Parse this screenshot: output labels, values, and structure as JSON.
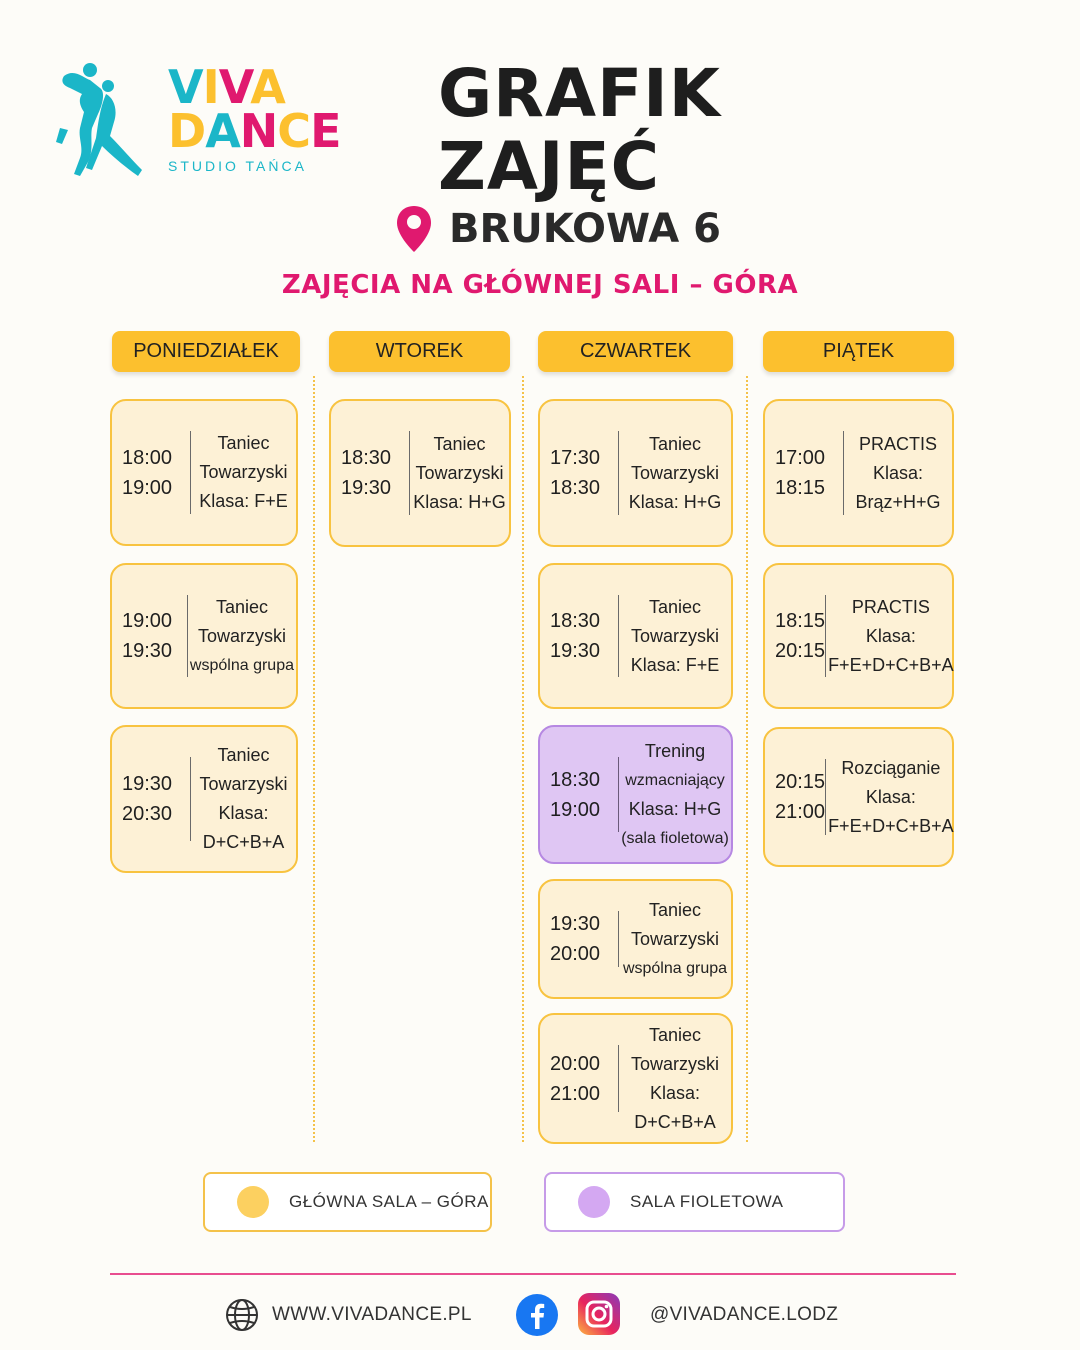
{
  "brand": {
    "logo_viva": "VIVA",
    "logo_dance": "DANCE",
    "logo_sub": "STUDIO TAŃCA"
  },
  "header": {
    "title": "GRAFIK ZAJĘĆ",
    "location": "BRUKOWA 6",
    "subtitle": "ZAJĘCIA NA GŁÓWNEJ SALI – GÓRA"
  },
  "days": [
    {
      "name": "PONIEDZIAŁEK",
      "classes": [
        {
          "start": "18:00",
          "end": "19:00",
          "lines": [
            "Taniec",
            "Towarzyski",
            "Klasa: F+E"
          ],
          "room": "main"
        },
        {
          "start": "19:00",
          "end": "19:30",
          "lines": [
            "Taniec",
            "Towarzyski",
            "wspólna grupa"
          ],
          "room": "main"
        },
        {
          "start": "19:30",
          "end": "20:30",
          "lines": [
            "Taniec",
            "Towarzyski",
            "Klasa:",
            "D+C+B+A"
          ],
          "room": "main"
        }
      ]
    },
    {
      "name": "WTOREK",
      "classes": [
        {
          "start": "18:30",
          "end": "19:30",
          "lines": [
            "Taniec",
            "Towarzyski",
            "Klasa: H+G"
          ],
          "room": "main"
        }
      ]
    },
    {
      "name": "CZWARTEK",
      "classes": [
        {
          "start": "17:30",
          "end": "18:30",
          "lines": [
            "Taniec",
            "Towarzyski",
            "Klasa: H+G"
          ],
          "room": "main"
        },
        {
          "start": "18:30",
          "end": "19:30",
          "lines": [
            "Taniec",
            "Towarzyski",
            "Klasa: F+E"
          ],
          "room": "main"
        },
        {
          "start": "18:30",
          "end": "19:00",
          "lines": [
            "Trening",
            "wzmacniający",
            "Klasa: H+G",
            "(sala fioletowa)"
          ],
          "room": "purple"
        },
        {
          "start": "19:30",
          "end": "20:00",
          "lines": [
            "Taniec",
            "Towarzyski",
            "wspólna grupa"
          ],
          "room": "main"
        },
        {
          "start": "20:00",
          "end": "21:00",
          "lines": [
            "Taniec",
            "Towarzyski",
            "Klasa:",
            "D+C+B+A"
          ],
          "room": "main"
        }
      ]
    },
    {
      "name": "PIĄTEK",
      "classes": [
        {
          "start": "17:00",
          "end": "18:15",
          "lines": [
            "PRACTIS",
            "Klasa:",
            "Brąz+H+G"
          ],
          "room": "main"
        },
        {
          "start": "18:15",
          "end": "20:15",
          "lines": [
            "PRACTIS",
            "Klasa:",
            "F+E+D+C+B+A"
          ],
          "room": "main"
        },
        {
          "start": "20:15",
          "end": "21:00",
          "lines": [
            "Rozciąganie",
            "Klasa:",
            "F+E+D+C+B+A"
          ],
          "room": "main"
        }
      ]
    }
  ],
  "legend": [
    {
      "label": "GŁÓWNA SALA – GÓRA",
      "color": "#fcd060",
      "border": "#f4c24a"
    },
    {
      "label": "SALA FIOLETOWA",
      "color": "#d4a8f2",
      "border": "#c69be8"
    }
  ],
  "footer": {
    "website": "WWW.VIVADANCE.PL",
    "handle": "@VIVADANCE.LODZ"
  },
  "colors": {
    "accent_pink": "#e0196f",
    "header_yellow": "#fcc02e",
    "card_bg": "#fdf1d6",
    "card_border": "#f8c340",
    "purple_bg": "#dfc6f3",
    "purple_border": "#b688e2",
    "logo_cyan": "#1bb6c8"
  }
}
